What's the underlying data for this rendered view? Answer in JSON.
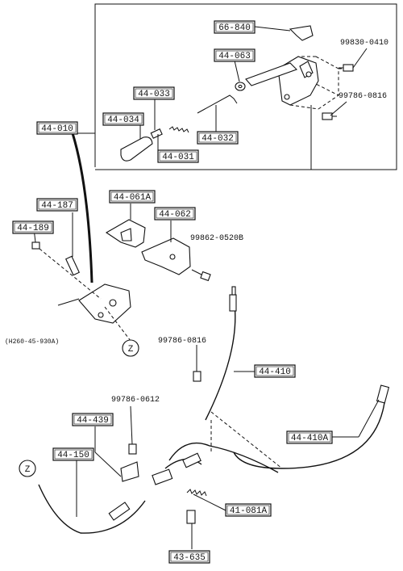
{
  "labels": {
    "p66_840": "66-840",
    "p44_063": "44-063",
    "p44_033": "44-033",
    "p44_034": "44-034",
    "p44_032": "44-032",
    "p44_031": "44-031",
    "p44_010": "44-010",
    "p44_187": "44-187",
    "p44_189": "44-189",
    "p44_061a": "44-061A",
    "p44_062": "44-062",
    "p44_410": "44-410",
    "p44_410a": "44-410A",
    "p44_439": "44-439",
    "p44_150": "44-150",
    "p41_081a": "41-081A",
    "p43_635": "43-635"
  },
  "bolts": {
    "b99830_0410": "99830-0410",
    "b99786_0816_top": "99786-0816",
    "b99862_0520b": "99862-0520B",
    "b99786_0816_mid": "99786-0816",
    "b99786_0612": "99786-0612"
  },
  "ref_code": "(H260-45-930A)",
  "markers": {
    "z1": "Z",
    "z2": "Z"
  }
}
